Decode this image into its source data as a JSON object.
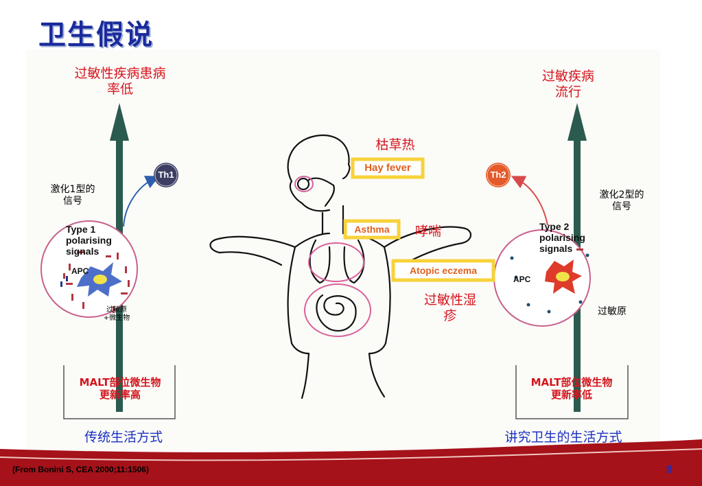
{
  "slide": {
    "title": "卫生假说",
    "page_number": "8",
    "citation": "(From Bonini S, CEA 2000;11:1506)"
  },
  "left": {
    "outcome": "过敏性疾病患病率低",
    "signal_label": "激化1型的信号",
    "th": "Th1",
    "polarising": [
      "Type 1",
      "polarising",
      "signals"
    ],
    "apc": "APC",
    "stimulus": "过敏原+微生物",
    "malt": "MALT部位微生物更新率高",
    "lifestyle": "传统生活方式"
  },
  "right": {
    "outcome": "过敏疾病流行",
    "signal_label": "激化2型的信号",
    "th": "Th2",
    "polarising": [
      "Type 2",
      "polarising",
      "signals"
    ],
    "apc": "APC",
    "stimulus": "过敏原",
    "malt": "MALT部位微生物更新率低",
    "lifestyle": "讲究卫生的生活方式"
  },
  "center": {
    "hay_fever_en": "Hay fever",
    "hay_fever_cn": "枯草热",
    "asthma_en": "Asthma",
    "asthma_cn": "哮喘",
    "eczema_en": "Atopic eczema",
    "eczema_cn": "过敏性湿疹"
  },
  "colors": {
    "title_blue": "#1a2a9c",
    "label_red": "#d4151d",
    "label_blue": "#1a2ec0",
    "arrow_green": "#2b5a4e",
    "th1_fill": "#3c3f63",
    "th2_fill": "#e45a2a",
    "tag_yellow": "#f7d23a",
    "tag_orange_text": "#e0601c",
    "circle_pink": "#c8608c",
    "band_red": "#a5121a"
  }
}
